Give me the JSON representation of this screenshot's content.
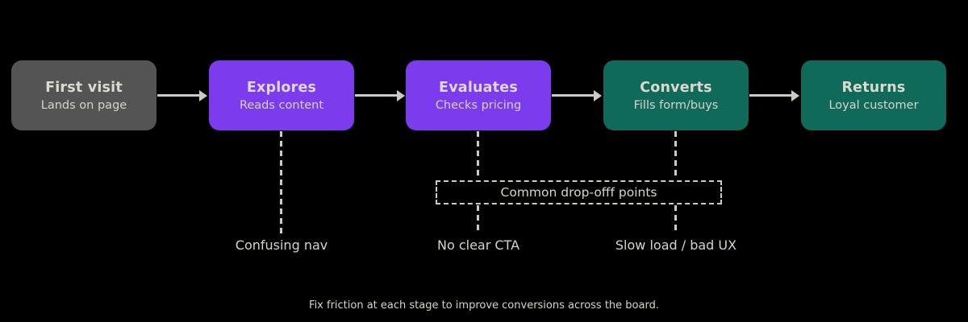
{
  "flow": {
    "stages": [
      {
        "title": "First visit",
        "subtitle": "Lands on page",
        "color": "#545454"
      },
      {
        "title": "Explores",
        "subtitle": "Reads content",
        "color": "#7C3BEC"
      },
      {
        "title": "Evaluates",
        "subtitle": "Checks pricing",
        "color": "#7C3BEC"
      },
      {
        "title": "Converts",
        "subtitle": "Fills form/buys",
        "color": "#106A59"
      },
      {
        "title": "Returns",
        "subtitle": "Loyal customer",
        "color": "#106A59"
      }
    ],
    "dropoff": {
      "box_label": "Common drop-offf points",
      "labels": [
        "Confusing nav",
        "No clear CTA",
        "Slow load / bad UX"
      ]
    },
    "caption": "Fix friction at each stage to improve conversions across the board.",
    "colors": {
      "background": "#000000",
      "connector": "#CDCAC0",
      "text": "#D6D3C9",
      "title_text": "#DCD9D0"
    }
  }
}
